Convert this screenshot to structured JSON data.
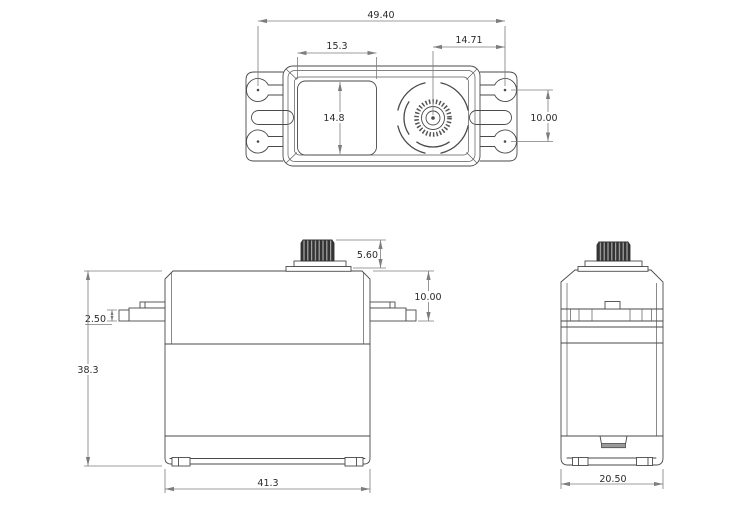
{
  "views": {
    "top": {
      "dims": {
        "mounting_hole_span": "49.40",
        "window_width": "15.3",
        "shaft_to_hole": "14.71",
        "window_height": "14.8",
        "hole_pitch": "10.00"
      }
    },
    "front": {
      "dims": {
        "shaft_height": "5.60",
        "top_to_tab_bottom": "10.00",
        "tab_thickness": "2.50",
        "body_height": "38.3",
        "body_width": "41.3"
      }
    },
    "side": {
      "dims": {
        "body_depth": "20.50"
      }
    },
    "colors": {
      "line": "#4a4a4a",
      "dimension_line": "#7d7d7d",
      "spline_dark": "#333333",
      "latch_fill": "#9a9a9a",
      "background": "#ffffff"
    }
  }
}
